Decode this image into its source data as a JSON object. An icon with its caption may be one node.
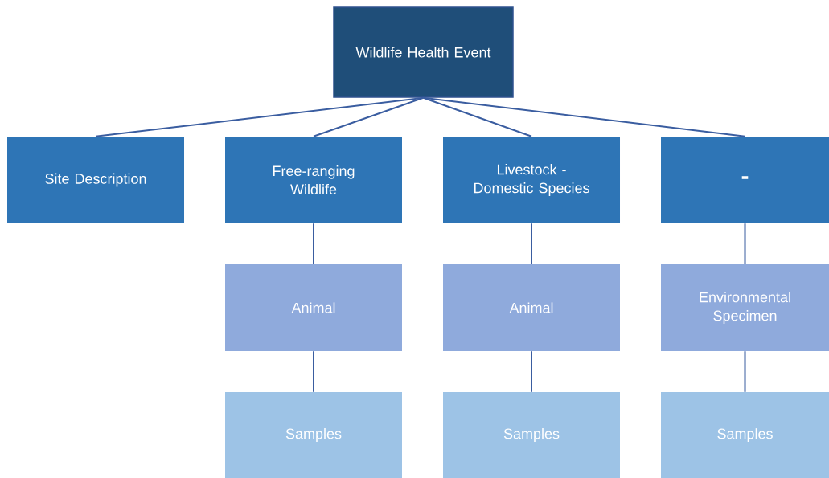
{
  "diagram": {
    "nodes": [
      {
        "text": [
          "Wildlife Health Event"
        ]
      },
      {
        "text": [
          "Site Description"
        ]
      },
      {
        "text": [
          "Free-ranging Wildlife"
        ]
      },
      {
        "text": [
          "Livestock - Domestic Species"
        ]
      },
      {
        "text": [
          "-"
        ]
      },
      {
        "text": [
          "Animal"
        ]
      },
      {
        "text": [
          "Samples"
        ]
      },
      {
        "text": [
          "Animal"
        ]
      },
      {
        "text": [
          "Samples"
        ]
      },
      {
        "text": [
          "Environmental Specimen"
        ]
      },
      {
        "text": [
          "Samples"
        ]
      }
    ],
    "edges": [
      {
        "from": 0,
        "to": 1,
        "arrow": "none"
      },
      {
        "from": 0,
        "to": 2,
        "arrow": "none"
      },
      {
        "from": 0,
        "to": 3,
        "arrow": "none"
      },
      {
        "from": 0,
        "to": 4,
        "arrow": "none"
      },
      {
        "from": 2,
        "to": 5,
        "arrow": "none"
      },
      {
        "from": 5,
        "to": 6,
        "arrow": "none"
      },
      {
        "from": 3,
        "to": 7,
        "arrow": "none"
      },
      {
        "from": 7,
        "to": 8,
        "arrow": "none"
      },
      {
        "from": 4,
        "to": 9,
        "arrow": "none"
      },
      {
        "from": 9,
        "to": 10,
        "arrow": "none"
      }
    ]
  }
}
